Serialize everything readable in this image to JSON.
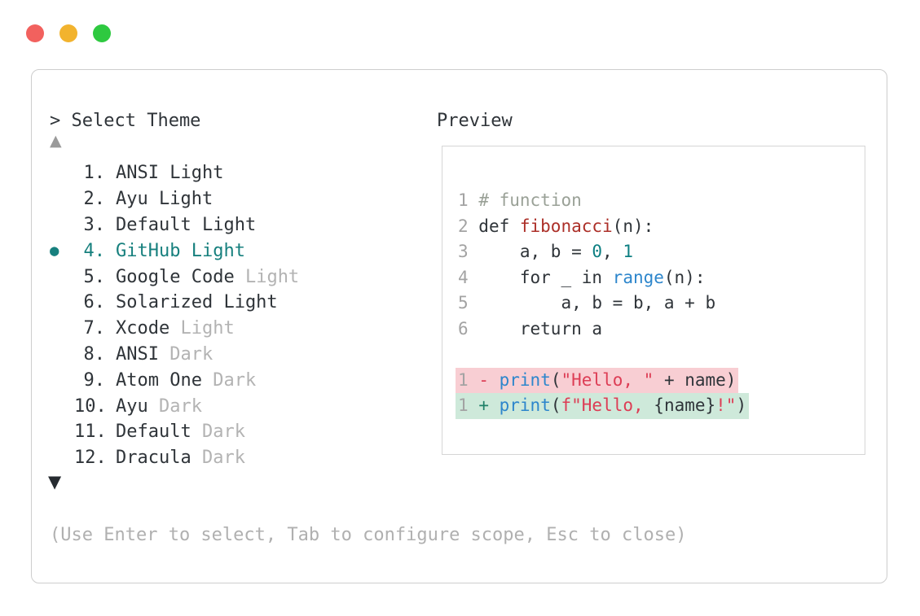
{
  "window_controls": {
    "close_color": "#f2615e",
    "minimize_color": "#f2b32e",
    "zoom_color": "#2ec940"
  },
  "palette": {
    "prompt": "> Select Theme",
    "up_arrow": "▲",
    "down_arrow": "▼",
    "hint": "(Use Enter to select, Tab to configure scope, Esc to close)",
    "items": [
      {
        "num": "1.",
        "name": "ANSI Light",
        "muted": "",
        "selected": false
      },
      {
        "num": "2.",
        "name": "Ayu Light",
        "muted": "",
        "selected": false
      },
      {
        "num": "3.",
        "name": "Default Light",
        "muted": "",
        "selected": false
      },
      {
        "num": "4.",
        "name": "GitHub Light",
        "muted": "",
        "selected": true
      },
      {
        "num": "5.",
        "name": "Google Code ",
        "muted": "Light",
        "selected": false
      },
      {
        "num": "6.",
        "name": "Solarized Light",
        "muted": "",
        "selected": false
      },
      {
        "num": "7.",
        "name": "Xcode ",
        "muted": "Light",
        "selected": false
      },
      {
        "num": "8.",
        "name": "ANSI ",
        "muted": "Dark",
        "selected": false
      },
      {
        "num": "9.",
        "name": "Atom One ",
        "muted": "Dark",
        "selected": false
      },
      {
        "num": "10.",
        "name": "Ayu ",
        "muted": "Dark",
        "selected": false
      },
      {
        "num": "11.",
        "name": "Default ",
        "muted": "Dark",
        "selected": false
      },
      {
        "num": "12.",
        "name": "Dracula ",
        "muted": "Dark",
        "selected": false
      }
    ],
    "selected_marker": "●",
    "selection_color": "#17807e"
  },
  "preview": {
    "label": "Preview",
    "code_lines": [
      {
        "segments": [
          {
            "c": "ln",
            "t": "1"
          },
          {
            "c": "plain",
            "t": " "
          },
          {
            "c": "cm",
            "t": "# function"
          }
        ]
      },
      {
        "segments": [
          {
            "c": "ln",
            "t": "2"
          },
          {
            "c": "plain",
            "t": " def "
          },
          {
            "c": "fn",
            "t": "fibonacci"
          },
          {
            "c": "plain",
            "t": "(n):"
          }
        ]
      },
      {
        "segments": [
          {
            "c": "ln",
            "t": "3"
          },
          {
            "c": "plain",
            "t": "     a, b = "
          },
          {
            "c": "num",
            "t": "0"
          },
          {
            "c": "plain",
            "t": ", "
          },
          {
            "c": "num",
            "t": "1"
          }
        ]
      },
      {
        "segments": [
          {
            "c": "ln",
            "t": "4"
          },
          {
            "c": "plain",
            "t": "     for _ in "
          },
          {
            "c": "call",
            "t": "range"
          },
          {
            "c": "plain",
            "t": "(n):"
          }
        ]
      },
      {
        "segments": [
          {
            "c": "ln",
            "t": "5"
          },
          {
            "c": "plain",
            "t": "         a, b = b, a + b"
          }
        ]
      },
      {
        "segments": [
          {
            "c": "ln",
            "t": "6"
          },
          {
            "c": "plain",
            "t": "     return a"
          }
        ]
      },
      {
        "segments": []
      },
      {
        "diff": "del",
        "segments": [
          {
            "c": "ln",
            "t": "1"
          },
          {
            "c": "plain",
            "t": " "
          },
          {
            "c": "str",
            "t": "-"
          },
          {
            "c": "plain",
            "t": " "
          },
          {
            "c": "call",
            "t": "print"
          },
          {
            "c": "plain",
            "t": "("
          },
          {
            "c": "str",
            "t": "\"Hello, \""
          },
          {
            "c": "plain",
            "t": " + name)"
          }
        ]
      },
      {
        "diff": "add",
        "segments": [
          {
            "c": "ln",
            "t": "1"
          },
          {
            "c": "plain",
            "t": " "
          },
          {
            "c": "add",
            "t": "+"
          },
          {
            "c": "plain",
            "t": " "
          },
          {
            "c": "call",
            "t": "print"
          },
          {
            "c": "plain",
            "t": "("
          },
          {
            "c": "str",
            "t": "f\"Hello, "
          },
          {
            "c": "plain",
            "t": "{name}"
          },
          {
            "c": "str",
            "t": "!\""
          },
          {
            "c": "plain",
            "t": ")"
          }
        ]
      }
    ],
    "diff_colors": {
      "removed_bg": "#f8ced3",
      "added_bg": "#cee9da"
    },
    "syntax_colors": {
      "comment": "#9aa197",
      "function_name": "#ac2f28",
      "number": "#0d7f82",
      "call": "#2d86cc",
      "string": "#dd3d55",
      "plain": "#2f3439",
      "line_number": "#a3a3a3"
    }
  }
}
